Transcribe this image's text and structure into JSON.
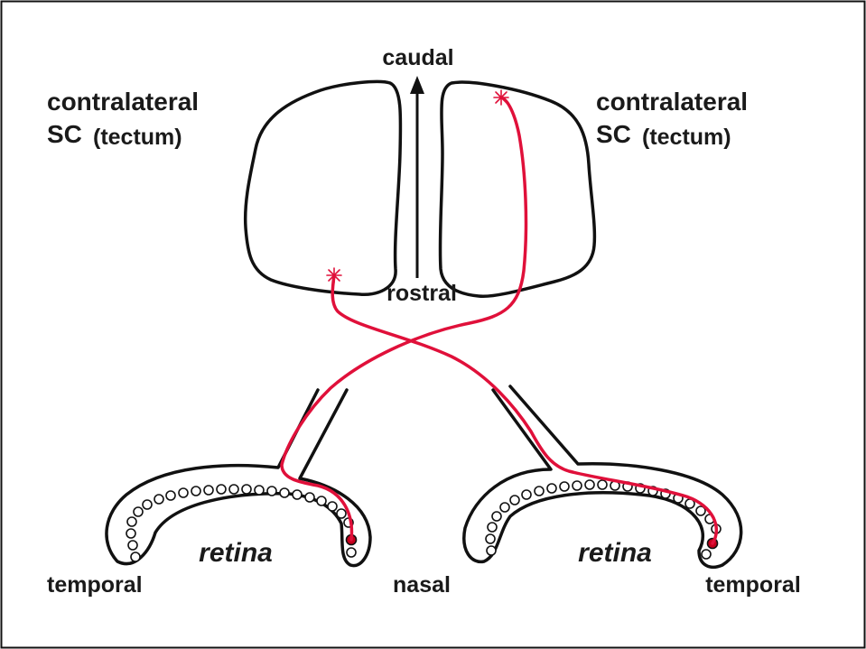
{
  "labels": {
    "caudal": "caudal",
    "rostral": "rostral",
    "left_sc_line1": "contralateral",
    "left_sc_line2": "SC",
    "left_sc_line2b": "(tectum)",
    "right_sc_line1": "contralateral",
    "right_sc_line2": "SC",
    "right_sc_line2b": "(tectum)",
    "left_retina": "retina",
    "right_retina": "retina",
    "left_temporal": "temporal",
    "nasal": "nasal",
    "right_temporal": "temporal"
  },
  "colors": {
    "outline": "#111111",
    "axon": "#e0103a",
    "active_cell": "#c4001c",
    "background": "#ffffff"
  }
}
